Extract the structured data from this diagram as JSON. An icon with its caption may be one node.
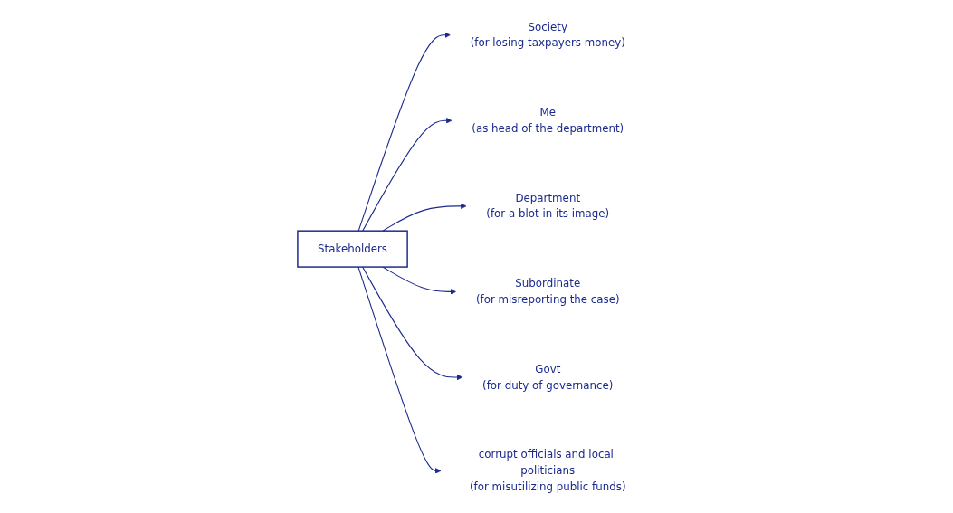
{
  "diagram": {
    "nodes": [
      {
        "text": [
          "Society",
          "(for losing taxpayers money)"
        ]
      },
      {
        "text": [
          "Me",
          "(as head of the department)"
        ]
      },
      {
        "text": [
          "Stakeholders"
        ]
      },
      {
        "text": [
          "Department",
          "(for a blot in its image)"
        ]
      },
      {
        "text": [
          "Subordinate",
          "(for misreporting the case)"
        ]
      },
      {
        "text": [
          "Govt",
          "(for duty of governance)"
        ]
      },
      {
        "text": [
          "corrupt officials and local politicians",
          "(for misutilizing public funds)"
        ]
      }
    ],
    "edges": [
      {
        "from": 2,
        "to": 0,
        "arrow": "to"
      },
      {
        "from": 2,
        "to": 1,
        "arrow": "to"
      },
      {
        "from": 2,
        "to": 3,
        "arrow": "to"
      },
      {
        "from": 2,
        "to": 4,
        "arrow": "to"
      },
      {
        "from": 2,
        "to": 5,
        "arrow": "to"
      },
      {
        "from": 2,
        "to": 6,
        "arrow": "to"
      }
    ]
  }
}
